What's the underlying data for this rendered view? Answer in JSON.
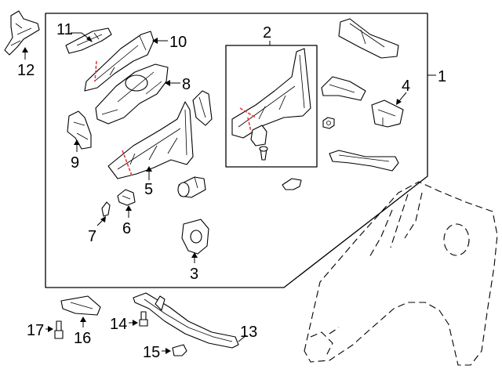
{
  "diagram": {
    "callouts": {
      "c1": "1",
      "c2": "2",
      "c3": "3",
      "c4": "4",
      "c5": "5",
      "c6": "6",
      "c7": "7",
      "c8": "8",
      "c9": "9",
      "c10": "10",
      "c11": "11",
      "c12": "12",
      "c13": "13",
      "c14": "14",
      "c15": "15",
      "c16": "16",
      "c17": "17"
    },
    "colors": {
      "line": "#000000",
      "background": "#ffffff",
      "cut_mark": "#e8383a"
    }
  }
}
